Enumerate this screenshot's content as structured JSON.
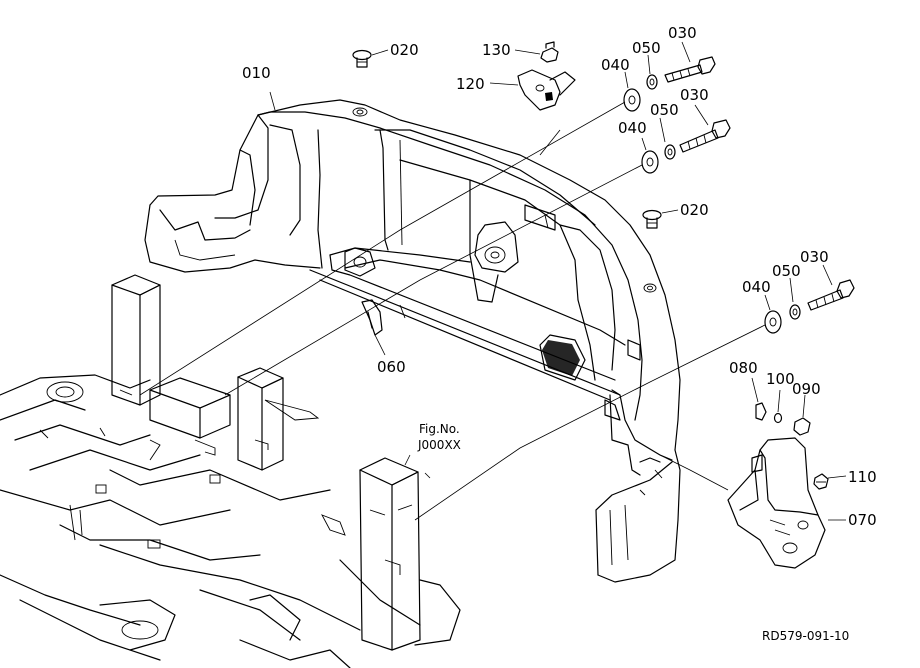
{
  "callouts": {
    "p010": "010",
    "p020a": "020",
    "p020b": "020",
    "p130": "130",
    "p120": "120",
    "p050a": "050",
    "p050b": "050",
    "p050c": "050",
    "p030a": "030",
    "p030b": "030",
    "p030c": "030",
    "p040a": "040",
    "p040b": "040",
    "p040c": "040",
    "p060": "060",
    "p080": "080",
    "p100": "100",
    "p090": "090",
    "p110": "110",
    "p070": "070"
  },
  "figure_ref": {
    "line1": "Fig.No.",
    "line2": "J000XX"
  },
  "drawing_code": "RD579-091-10"
}
